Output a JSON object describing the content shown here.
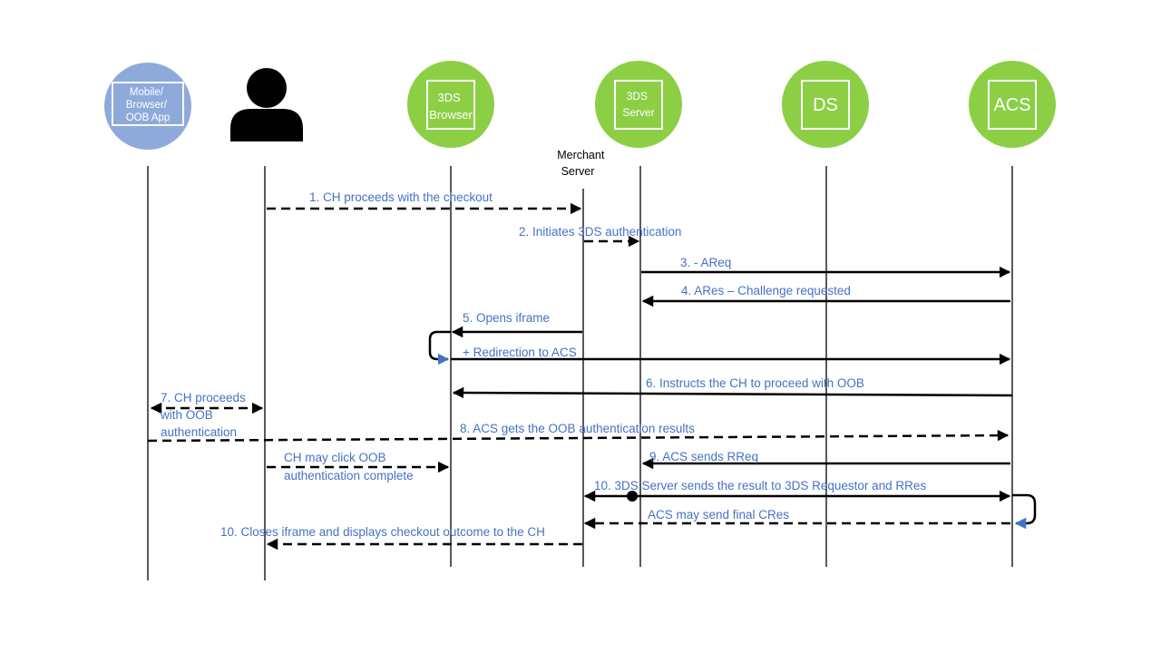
{
  "participants": {
    "device": {
      "lines": [
        "Mobile/",
        "Browser/",
        "OOB App"
      ]
    },
    "cardholder": {
      "icon": "person-icon"
    },
    "browser": {
      "lines": [
        "3DS",
        "Browser"
      ]
    },
    "merchant": {
      "lines": [
        "Merchant",
        "Server"
      ]
    },
    "server": {
      "lines": [
        "3DS",
        "Server"
      ]
    },
    "ds": {
      "lines": [
        "DS"
      ]
    },
    "acs": {
      "lines": [
        "ACS"
      ]
    }
  },
  "colors": {
    "device": "#8eaadb",
    "green": "#8ccf45",
    "label": "#4472c4",
    "line": "#000000",
    "arrowhead_blue": "#4472c4"
  },
  "messages": [
    {
      "id": "m1",
      "lines": [
        "1. CH proceeds with the checkout"
      ],
      "style": "dashed"
    },
    {
      "id": "m2",
      "lines": [
        "2. Initiates 3DS authentication"
      ],
      "style": "dashed"
    },
    {
      "id": "m3",
      "lines": [
        "3. - AReq"
      ],
      "style": "solid"
    },
    {
      "id": "m4",
      "lines": [
        "4. ARes – Challenge requested"
      ],
      "style": "solid"
    },
    {
      "id": "m5",
      "lines": [
        "5. Opens iframe"
      ],
      "style": "solid"
    },
    {
      "id": "m5b",
      "lines": [
        "+ Redirection to ACS"
      ],
      "style": "solid"
    },
    {
      "id": "m6",
      "lines": [
        "6. Instructs the CH to proceed with OOB"
      ],
      "style": "solid"
    },
    {
      "id": "m7",
      "lines": [
        "7. CH proceeds",
        "with OOB",
        "authentication"
      ],
      "style": "dashed"
    },
    {
      "id": "m8",
      "lines": [
        "8. ACS gets the OOB authentication results"
      ],
      "style": "dashed"
    },
    {
      "id": "m9",
      "lines": [
        "9. ACS sends RReq"
      ],
      "style": "solid"
    },
    {
      "id": "m_oob",
      "lines": [
        "CH may click OOB",
        "authentication complete"
      ],
      "style": "dashed"
    },
    {
      "id": "m10a",
      "lines": [
        "10. 3DS Server sends the result to 3DS Requestor and RRes"
      ],
      "style": "solid"
    },
    {
      "id": "m_cres",
      "lines": [
        "ACS may send final CRes"
      ],
      "style": "dashed"
    },
    {
      "id": "m10b",
      "lines": [
        "10. Closes iframe and displays checkout outcome to the CH"
      ],
      "style": "dashed"
    }
  ]
}
